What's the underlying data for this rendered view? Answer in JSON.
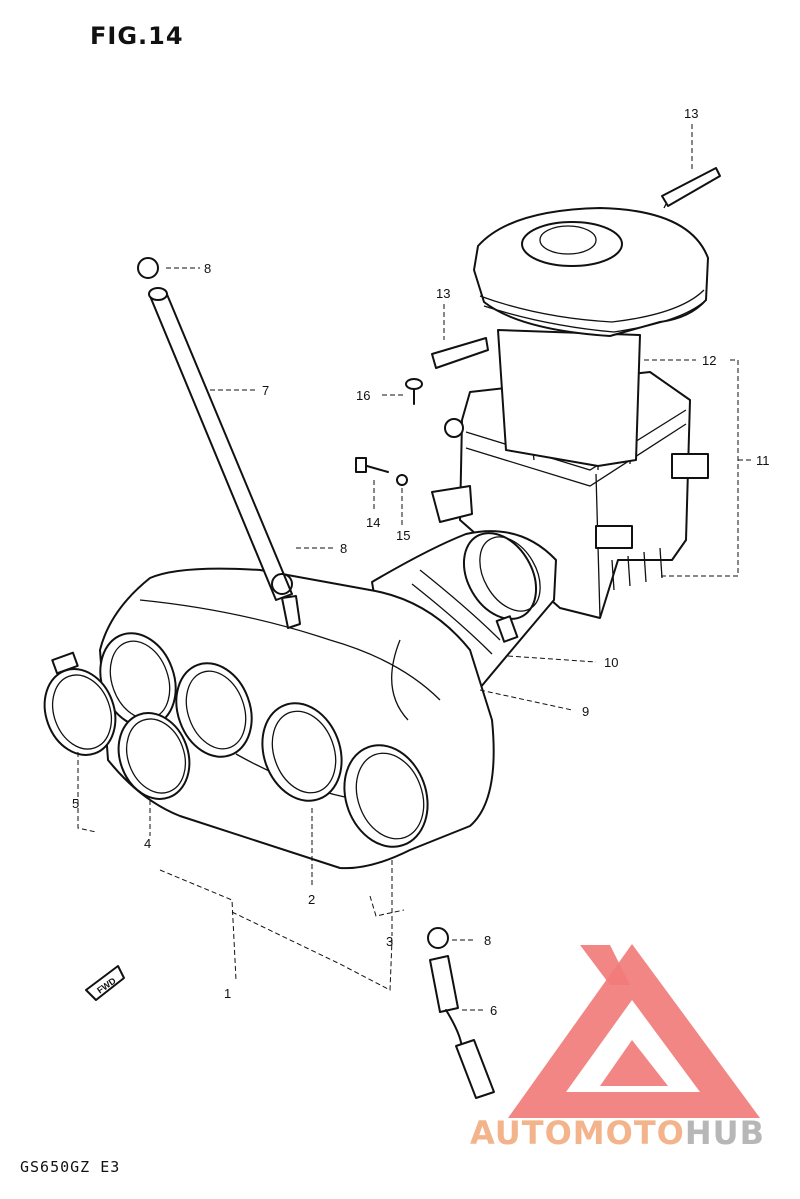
{
  "figure": {
    "title": "FIG.14",
    "model_code": "GS650GZ E3"
  },
  "direction_marker": {
    "text": "FWD"
  },
  "parts": [
    {
      "id": "1"
    },
    {
      "id": "2"
    },
    {
      "id": "3"
    },
    {
      "id": "4"
    },
    {
      "id": "5"
    },
    {
      "id": "6"
    },
    {
      "id": "7"
    },
    {
      "id": "8"
    },
    {
      "id": "9"
    },
    {
      "id": "10"
    },
    {
      "id": "11"
    },
    {
      "id": "12"
    },
    {
      "id": "13"
    },
    {
      "id": "14"
    },
    {
      "id": "15"
    },
    {
      "id": "16"
    }
  ],
  "callouts": {
    "p1": "1",
    "p2": "2",
    "p3": "3",
    "p4": "4",
    "p5": "5",
    "p6": "6",
    "p7": "7",
    "p8a": "8",
    "p8b": "8",
    "p8c": "8",
    "p9": "9",
    "p10": "10",
    "p11": "11",
    "p12": "12",
    "p13a": "13",
    "p13b": "13",
    "p14": "14",
    "p15": "15",
    "p16": "16"
  },
  "watermark": {
    "word_colored": "AUTOMOTO",
    "word_gray": "HUB",
    "colors": {
      "logo_red": "#f17c7a",
      "text_orange": "#f3b38b",
      "text_gray": "#b7b7b7"
    }
  }
}
